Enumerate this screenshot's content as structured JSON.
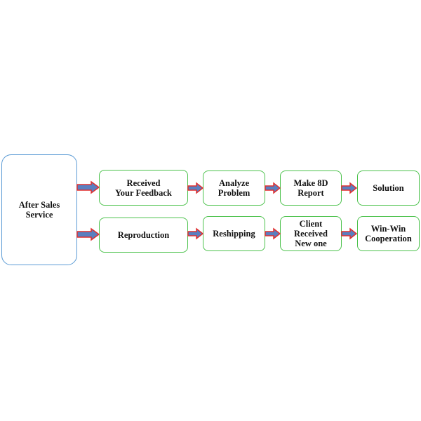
{
  "colors": {
    "main_border": "#5b9bd5",
    "step_border": "#4cc24c",
    "arrow_body": "#5a7fc0",
    "arrow_outline": "#e03030"
  },
  "main": {
    "label": "After Sales\nService"
  },
  "row1": [
    {
      "label": "Received\nYour Feedback"
    },
    {
      "label": "Analyze\nProblem"
    },
    {
      "label": "Make 8D\nReport"
    },
    {
      "label": "Solution"
    }
  ],
  "row2": [
    {
      "label": "Reproduction"
    },
    {
      "label": "Reshipping"
    },
    {
      "label": "Client\nReceived\nNew one"
    },
    {
      "label": "Win-Win\nCooperation"
    }
  ]
}
